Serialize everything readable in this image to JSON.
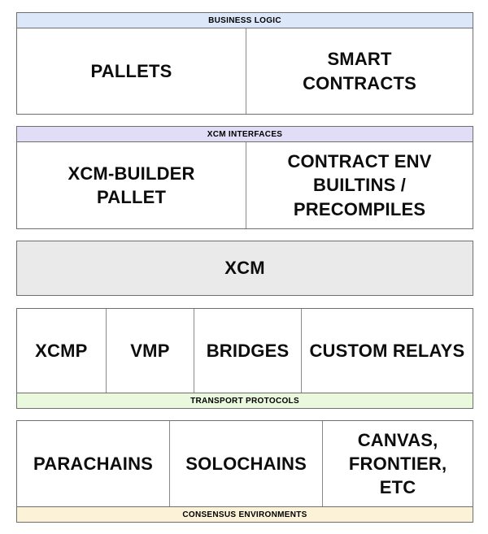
{
  "diagram": {
    "type": "layered-architecture-diagram",
    "sections": {
      "business_logic": {
        "header": "BUSINESS LOGIC",
        "cells": [
          "PALLETS",
          "SMART\nCONTRACTS"
        ]
      },
      "xcm_interfaces": {
        "header": "XCM INTERFACES",
        "cells": [
          "XCM-BUILDER\nPALLET",
          "CONTRACT ENV\nBUILTINS / PRECOMPILES"
        ]
      },
      "xcm": {
        "label": "XCM"
      },
      "transport_protocols": {
        "footer": "TRANSPORT PROTOCOLS",
        "cells": [
          "XCMP",
          "VMP",
          "BRIDGES",
          "CUSTOM RELAYS"
        ]
      },
      "consensus_environments": {
        "footer": "CONSENSUS ENVIRONMENTS",
        "cells": [
          "PARACHAINS",
          "SOLOCHAINS",
          "CANVAS,\nFRONTIER,\nETC"
        ]
      }
    },
    "colors": {
      "business_logic_header": "#dce7f9",
      "xcm_interfaces_header": "#e2ddf7",
      "xcm_fill": "#eaeaea",
      "transport_footer": "#eaf8dd",
      "consensus_footer": "#fbf2d7",
      "border": "#6f6f6f",
      "text": "#0d0d0d",
      "background": "#ffffff"
    }
  }
}
